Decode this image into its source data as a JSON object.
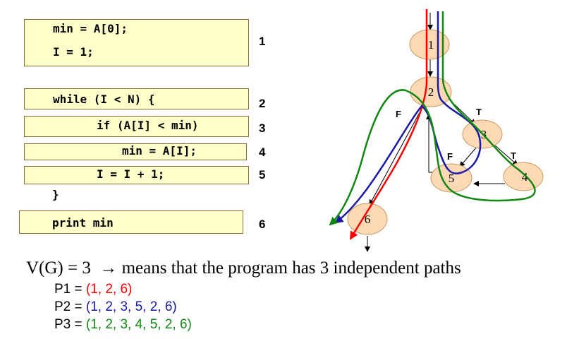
{
  "code": {
    "line1a": "min = A[0];",
    "line1b": "I = 1;",
    "line2": "while (I < N) {",
    "line3": "if (A[I] < min)",
    "line4": "min = A[I];",
    "line5": "I = I + 1;",
    "close_brace": "}",
    "line6": "print min"
  },
  "line_numbers": [
    "1",
    "2",
    "3",
    "4",
    "5",
    "6"
  ],
  "graph": {
    "nodes": [
      "1",
      "2",
      "3",
      "4",
      "5",
      "6"
    ],
    "edge_labels": {
      "f_from_2": "F",
      "t_from_2": "T",
      "f_from_3": "F",
      "t_from_3": "T"
    },
    "colors": {
      "node_fill": "#fdd9b5",
      "node_stroke": "#c79a60",
      "p1": "#ff0000",
      "p2": "#1a1aa6",
      "p3": "#118811"
    }
  },
  "summary": {
    "vg_text": "V(G) = 3",
    "arrow": "→",
    "vg_rest": "means that the program has 3 independent paths",
    "paths": [
      {
        "label": "P1 = ",
        "value": "(1, 2, 6)",
        "color": "#ff0000"
      },
      {
        "label": "P2 = ",
        "value": "(1, 2, 3, 5, 2, 6)",
        "color": "#1a1aa6"
      },
      {
        "label": "P3 = ",
        "value": "(1, 2, 3, 4, 5, 2, 6)",
        "color": "#118811"
      }
    ]
  }
}
